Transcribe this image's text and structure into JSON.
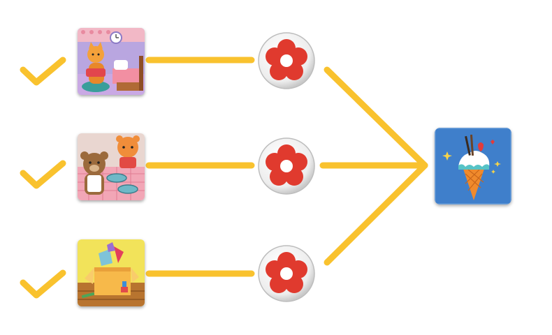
{
  "colors": {
    "connector": "#F9C22E",
    "check": "#F9C22E",
    "flower": "#E03A2E",
    "token_bg": "#F4F4F4",
    "reward_bg": "#3F7FCB"
  },
  "tasks": [
    {
      "name": "tidy-bedroom",
      "icon": "kitten-bedroom-card",
      "completed": true
    },
    {
      "name": "set-table",
      "icon": "bear-and-cat-table-card",
      "completed": true
    },
    {
      "name": "pack-toys",
      "icon": "toy-box-card",
      "completed": true
    }
  ],
  "tokens": [
    {
      "icon": "red-flower-token"
    },
    {
      "icon": "red-flower-token"
    },
    {
      "icon": "red-flower-token"
    }
  ],
  "reward": {
    "icon": "ice-cream-reward-card"
  }
}
